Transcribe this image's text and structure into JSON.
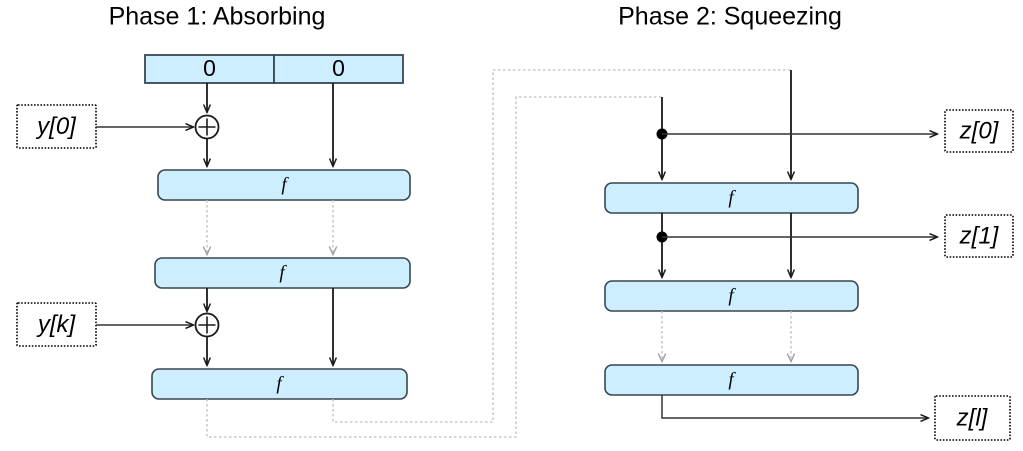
{
  "diagram": {
    "kind": "sponge-construction",
    "background_color": "#ffffff",
    "accent_color": "#cceeff",
    "box_border_color": "#37474f",
    "wire_color": "#1a1a1a",
    "feedback_color": "#bdbdbd"
  },
  "phase1": {
    "title": "Phase 1: Absorbing",
    "state": {
      "rate_value": "0",
      "capacity_value": "0"
    },
    "permutations": [
      {
        "label": "f"
      },
      {
        "label": "f"
      },
      {
        "label": "f"
      }
    ],
    "inputs": [
      {
        "label": "y[0]"
      },
      {
        "label": "y[k]"
      }
    ],
    "xor_symbol": "+"
  },
  "phase2": {
    "title": "Phase 2: Squeezing",
    "permutations": [
      {
        "label": "f"
      },
      {
        "label": "f"
      },
      {
        "label": "f"
      }
    ],
    "outputs": [
      {
        "label": "z[0]"
      },
      {
        "label": "z[1]"
      },
      {
        "label": "z[l]"
      }
    ]
  }
}
